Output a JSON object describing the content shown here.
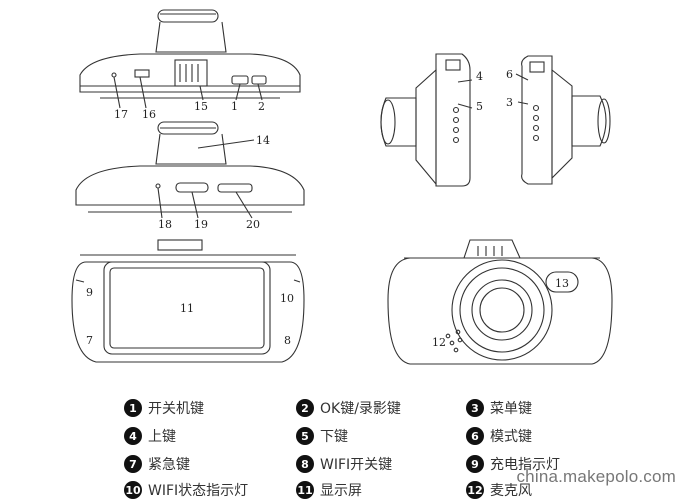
{
  "callouts": {
    "c1": "1",
    "c2": "2",
    "c4": "4",
    "c5": "5",
    "c6": "6",
    "c3": "3",
    "c17": "17",
    "c16": "16",
    "c15": "15",
    "c14": "14",
    "c18": "18",
    "c19": "19",
    "c20": "20",
    "c11": "11",
    "c9": "9",
    "c10": "10",
    "c7": "7",
    "c8": "8",
    "c13": "13",
    "c12": "12"
  },
  "legend": [
    {
      "num": "1",
      "label": "开关机键"
    },
    {
      "num": "2",
      "label": "OK键/录影键"
    },
    {
      "num": "3",
      "label": "菜单键"
    },
    {
      "num": "4",
      "label": "上键"
    },
    {
      "num": "5",
      "label": "下键"
    },
    {
      "num": "6",
      "label": "模式键"
    },
    {
      "num": "7",
      "label": "紧急键"
    },
    {
      "num": "8",
      "label": "WIFI开关键"
    },
    {
      "num": "9",
      "label": "充电指示灯"
    },
    {
      "num": "10",
      "label": "WIFI状态指示灯"
    },
    {
      "num": "11",
      "label": "显示屏"
    },
    {
      "num": "12",
      "label": "麦克风"
    }
  ],
  "watermark": "china.makepolo.com",
  "colors": {
    "line": "#333333",
    "badge": "#111111",
    "text": "#333333"
  }
}
